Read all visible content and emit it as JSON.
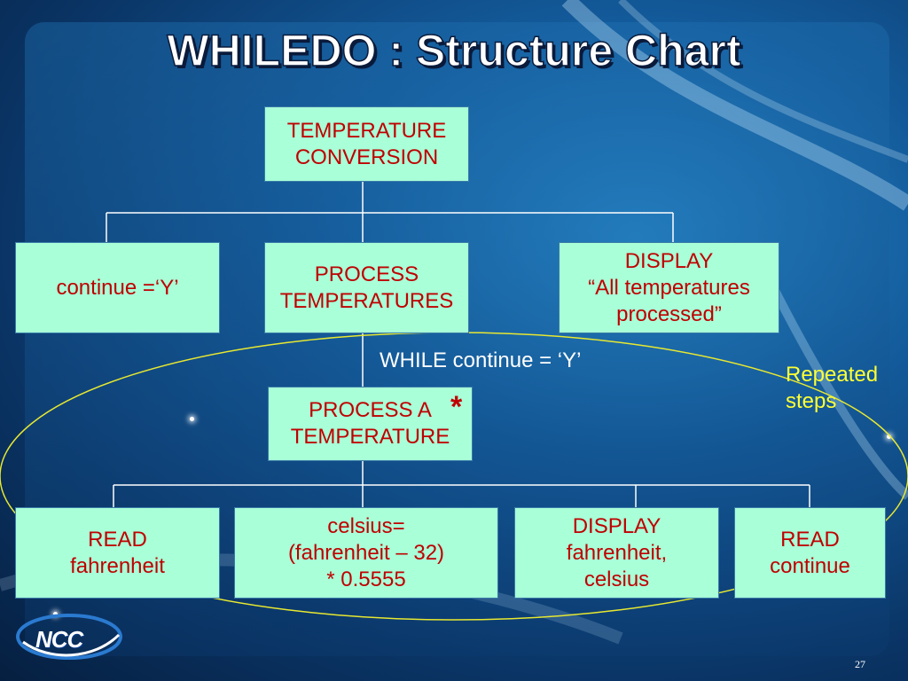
{
  "slide": {
    "title": "WHILEDO : Structure Chart",
    "page_number": "27",
    "logo_text": "NCC"
  },
  "diagram": {
    "root": {
      "label": "TEMPERATURE\nCONVERSION"
    },
    "level1": [
      {
        "label": "continue =‘Y’"
      },
      {
        "label": "PROCESS\nTEMPERATURES"
      },
      {
        "label": "DISPLAY\n“All temperatures\nprocessed”"
      }
    ],
    "loop_condition": "WHILE continue = ‘Y’",
    "iteration_node": {
      "label": "PROCESS A\nTEMPERATURE",
      "marker": "*"
    },
    "level3": [
      {
        "label": "READ\nfahrenheit"
      },
      {
        "label": "celsius=\n(fahrenheit – 32)\n* 0.5555"
      },
      {
        "label": "DISPLAY\nfahrenheit,\ncelsius"
      },
      {
        "label": "READ\ncontinue"
      }
    ],
    "annotation": "Repeated\nsteps"
  },
  "colors": {
    "box_fill": "#a8ffd8",
    "box_text": "#c00000",
    "annotation": "#ffff33",
    "ellipse": "#e8e830",
    "connector": "#ffffff"
  }
}
